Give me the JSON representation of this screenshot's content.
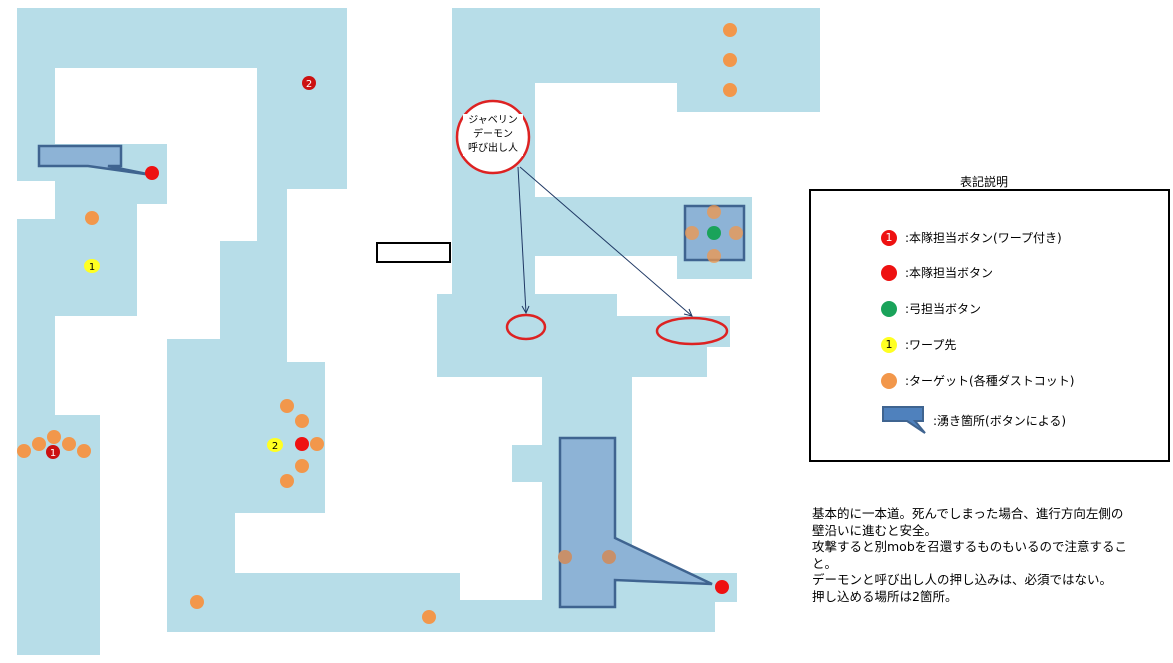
{
  "callout": {
    "lines": [
      "ジャベリン",
      "デーモン",
      "呼び出し人"
    ]
  },
  "markers": {
    "warp_button_1": "1",
    "warp_button_2": "2",
    "warp_dest_1": "1",
    "warp_dest_2": "2"
  },
  "legend": {
    "title": "表記説明",
    "items": [
      {
        "icon": "red-numbered-circle",
        "icon_text": "1",
        "label": ":本隊担当ボタン(ワープ付き)"
      },
      {
        "icon": "red-circle",
        "label": ":本隊担当ボタン"
      },
      {
        "icon": "green-circle",
        "label": ":弓担当ボタン"
      },
      {
        "icon": "yellow-numbered-circle",
        "icon_text": "1",
        "label": ":ワープ先"
      },
      {
        "icon": "orange-circle",
        "label": ":ターゲット(各種ダストコット)"
      },
      {
        "icon": "blue-callout-shape",
        "label": ":湧き箇所(ボタンによる)"
      }
    ]
  },
  "notes": [
    "基本的に一本道。死んでしまった場合、進行方向左側の",
    "壁沿いに進むと安全。",
    "攻撃すると別mobを召還するものもいるので注意するこ",
    "と。",
    "デーモンと呼び出し人の押し込みは、必須ではない。",
    "押し込める場所は2箇所。"
  ],
  "colors": {
    "floor": "#b7dde8",
    "spawn": "#8db3d6",
    "spawn_border": "#3f6490",
    "button": "#ee1111",
    "target": "#f2974b",
    "archer": "#1aa35a",
    "warp": "#ffff22",
    "callout": "#dd2222"
  }
}
